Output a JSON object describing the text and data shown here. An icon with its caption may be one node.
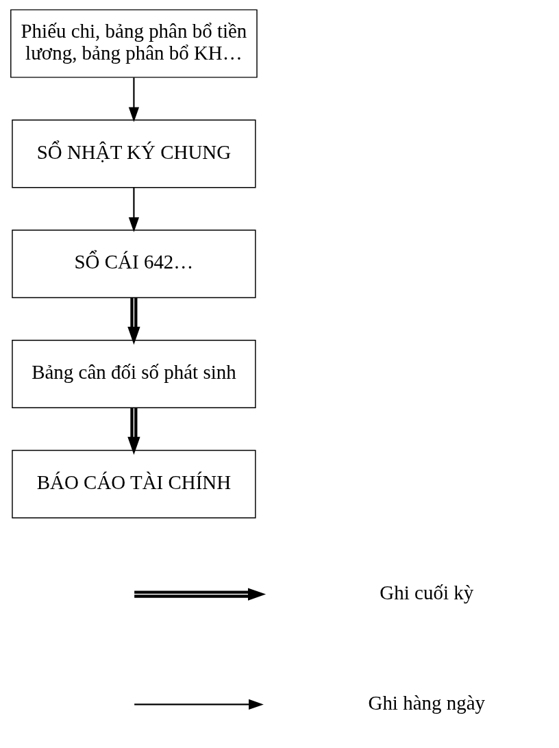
{
  "diagram": {
    "nodes": [
      {
        "text": [
          "Phiếu chi, bảng phân bổ tiền lương, bảng phân bổ KH…"
        ]
      },
      {
        "text": [
          "SỔ NHẬT KÝ CHUNG"
        ]
      },
      {
        "text": [
          "SỔ CÁI 642…"
        ]
      },
      {
        "text": [
          "Bảng cân đối số phát sinh"
        ]
      },
      {
        "text": [
          "BÁO CÁO TÀI CHÍNH"
        ]
      }
    ],
    "edges": [
      {
        "from": 0,
        "to": 1,
        "arrow": "to"
      },
      {
        "from": 1,
        "to": 2,
        "arrow": "to"
      },
      {
        "from": 2,
        "to": 3,
        "arrow": "to",
        "style": "thick"
      },
      {
        "from": 3,
        "to": 4,
        "arrow": "to",
        "style": "thick"
      }
    ],
    "legend": [
      {
        "text": "Ghi cuối kỳ"
      },
      {
        "text": "Ghi hàng ngày"
      }
    ]
  }
}
